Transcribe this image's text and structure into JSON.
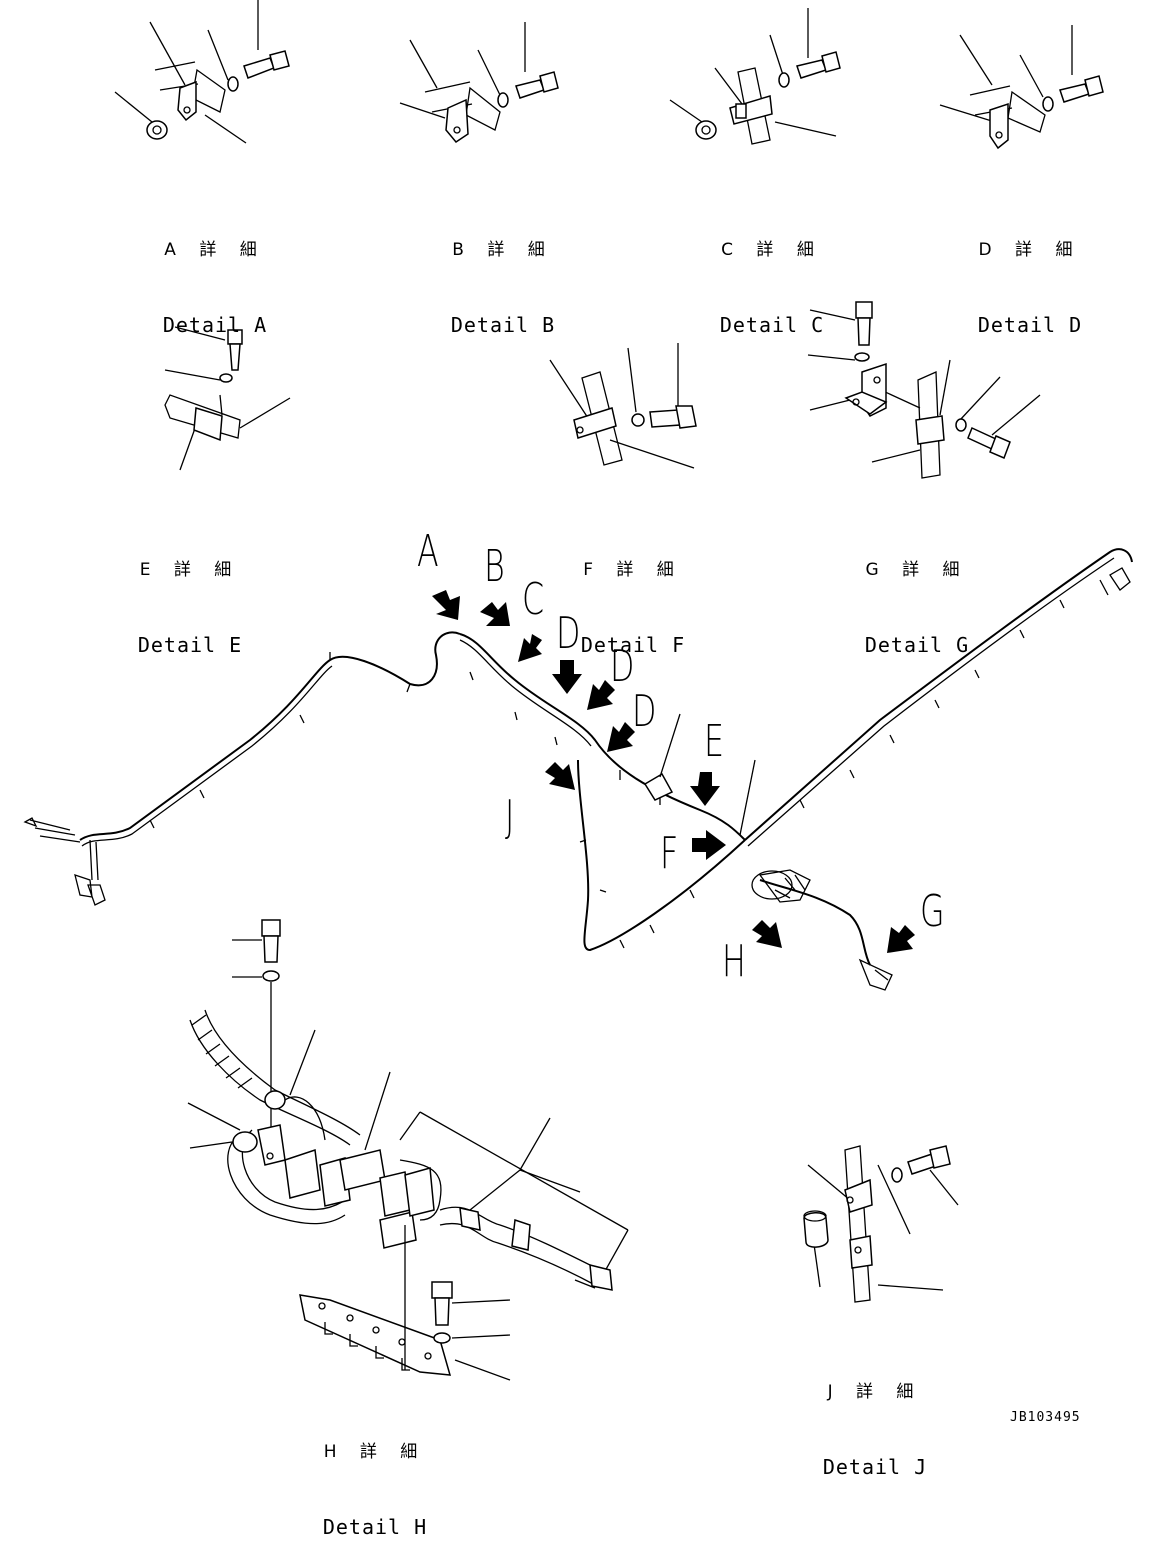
{
  "details": [
    {
      "id": "A",
      "jp": "A 詳 細",
      "en": "Detail A"
    },
    {
      "id": "B",
      "jp": "B 詳 細",
      "en": "Detail B"
    },
    {
      "id": "C",
      "jp": "C 詳 細",
      "en": "Detail C"
    },
    {
      "id": "D",
      "jp": "D 詳 細",
      "en": "Detail D"
    },
    {
      "id": "E",
      "jp": "E 詳 細",
      "en": "Detail E"
    },
    {
      "id": "F",
      "jp": "F 詳 細",
      "en": "Detail F"
    },
    {
      "id": "G",
      "jp": "G 詳 細",
      "en": "Detail G"
    },
    {
      "id": "H",
      "jp": "H 詳 細",
      "en": "Detail H"
    },
    {
      "id": "J",
      "jp": "J 詳 細",
      "en": "Detail J"
    }
  ],
  "callouts": {
    "A": "A",
    "B": "B",
    "C": "C",
    "D1": "D",
    "D2": "D",
    "D3": "D",
    "E": "E",
    "F": "F",
    "G": "G",
    "H": "H",
    "J": "J"
  },
  "doc_id": "JB103495",
  "colors": {
    "line": "#000000",
    "background": "#ffffff"
  }
}
